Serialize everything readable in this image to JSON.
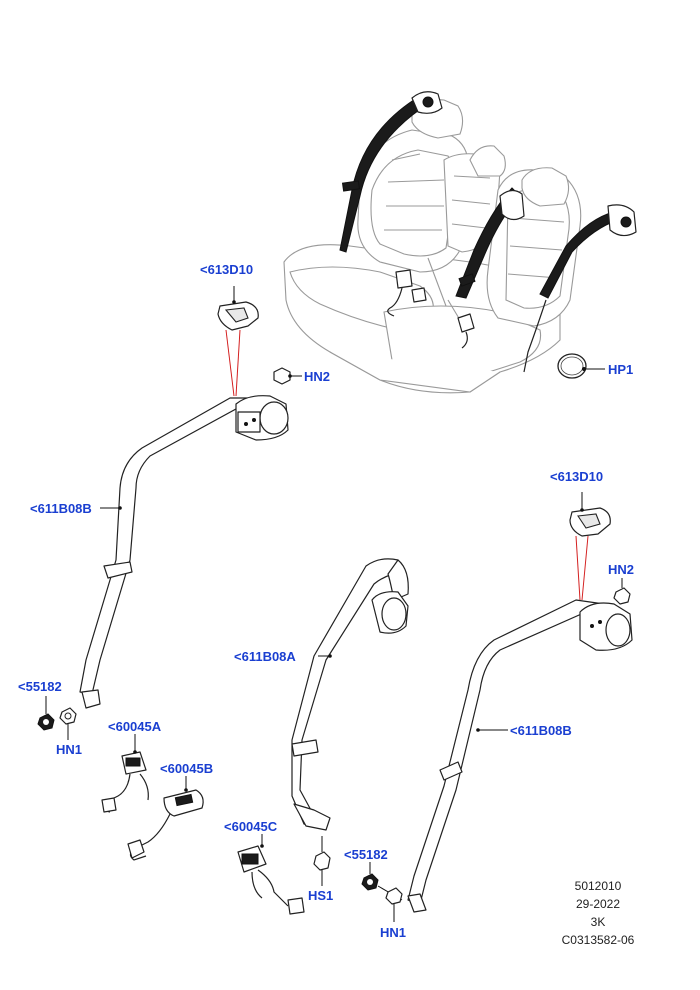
{
  "callouts": {
    "c613d10_left": "<613D10",
    "hn2_left": "HN2",
    "hp1": "HP1",
    "c611b08b_left": "<611B08B",
    "c613d10_right": "<613D10",
    "hn2_right": "HN2",
    "c611b08a": "<611B08A",
    "c611b08b_right": "<611B08B",
    "c55182_left": "<55182",
    "hn1_left": "HN1",
    "c60045a": "<60045A",
    "c60045b": "<60045B",
    "c60045c": "<60045C",
    "hs1": "HS1",
    "c55182_right": "<55182",
    "hn1_right": "HN1"
  },
  "reference": {
    "line1": "5012010",
    "line2": "29-2022",
    "line3": "3K",
    "line4": "C0313582-06"
  },
  "colors": {
    "callout_text": "#1a3fd1",
    "leader_line": "#111111",
    "alignment_line": "#d42020",
    "seat_outline": "#9a9a9a"
  }
}
